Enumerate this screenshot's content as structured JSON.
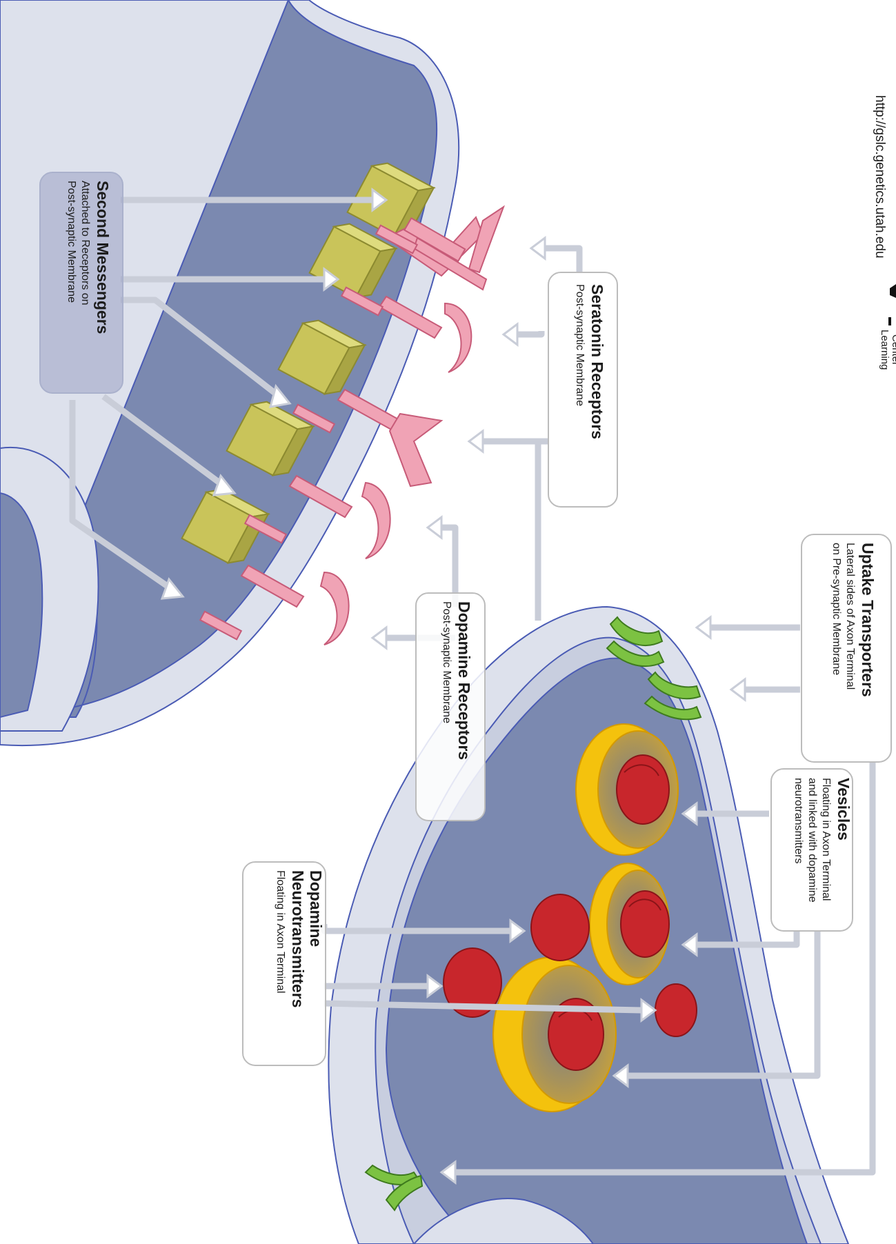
{
  "url": "http://gslc.genetics.utah.edu",
  "logo": {
    "line1": "Learning",
    "line2": "Center"
  },
  "labels": {
    "second_messengers": {
      "title": "Second Messengers",
      "lines": [
        "Attached to Receptors on",
        "Post-synaptic Membrane"
      ]
    },
    "seratonin_receptors": {
      "title": "Seratonin Receptors",
      "lines": [
        "Post-synaptic Membrane"
      ]
    },
    "dopamine_receptors": {
      "title": "Dopamine Receptors",
      "lines": [
        "Post-synaptic Membrane"
      ]
    },
    "uptake_transporters": {
      "title": "Uptake Transporters",
      "lines": [
        "Lateral sides of Axon Terminal",
        "on Pre-synaptic Membrane"
      ]
    },
    "vesicles": {
      "title": "Vesicles",
      "lines": [
        "Floating in Axon Terminal",
        "and linked with dopamine",
        "neurotransmitters"
      ]
    },
    "dopamine_neurotransmitters": {
      "title_lines": [
        "Dopamine",
        "Neurotransmitters"
      ],
      "lines": [
        "Floating in Axon Terminal"
      ]
    }
  },
  "colors": {
    "cytoplasm": "#7b89b0",
    "membrane": "#dde1ec",
    "membrane_outline": "#4a5bb4",
    "receptor": "#f0a3b5",
    "second_messenger": "#c9c45a",
    "vesicle": "#f4c20d",
    "neurotransmitter": "#c8262c",
    "transporter": "#7cc242",
    "label_box_border": "#bcbcbc",
    "arrow": "#c9cdd8"
  }
}
